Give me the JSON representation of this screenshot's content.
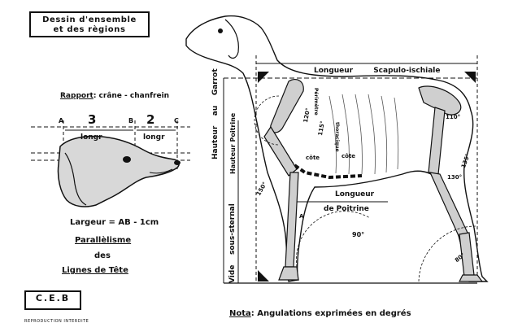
{
  "header": {
    "title_line1": "Dessin d'ensemble",
    "title_line2": "et des règions"
  },
  "head_panel": {
    "rapport_label": "Rapport",
    "rapport_text": ": crâne - chanfrein",
    "point_a": "A",
    "point_b": "B",
    "point_c": "C",
    "num_3": "3",
    "num_2": "2",
    "longr_1": "longr",
    "longr_2": "longr",
    "largeur": "Largeur = AB - 1cm",
    "parallelisme_1": "Parallèlisme",
    "parallelisme_2": "des",
    "parallelisme_3": "Lignes de Tête"
  },
  "footer": {
    "ceb": "C.E.B",
    "reproduction": "REPRODUCTION INTERDITE",
    "nota_label": "Nota",
    "nota_text": ": Angulations exprimées en degrés"
  },
  "dog_labels": {
    "longueur_scapulo": "Longueur        Scapulo-ischiale",
    "hauteur_garrot_1": "Hauteur",
    "hauteur_garrot_2": "au",
    "hauteur_garrot_3": "Garrot",
    "hauteur_poitrine_1": "Hauteur",
    "hauteur_poitrine_2": "Poitrine",
    "vide_sous_sternal": "Vide    sous-sternal",
    "perimetre": "Périmètre",
    "thoracique": "thoracique",
    "cote": "côte",
    "longueur_poitrine_1": "Longueur",
    "longueur_poitrine_2": "de  Poitrine",
    "ang_120": "120°",
    "ang_115": "115°",
    "ang_110": "110°",
    "ang_130": "130°",
    "ang_150": "150°",
    "ang_135": "135°",
    "ang_90": "90°",
    "ang_80": "80°",
    "ang_A": "A"
  }
}
